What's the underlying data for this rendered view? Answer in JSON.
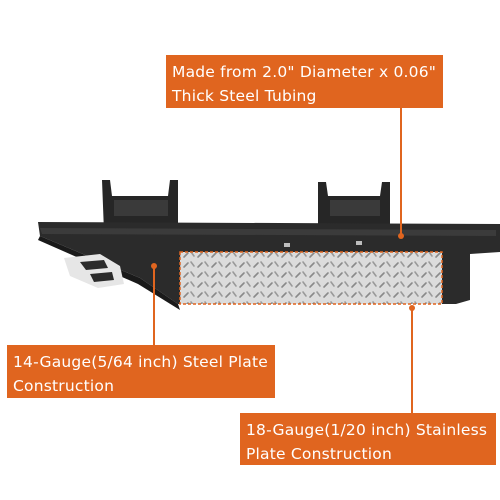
{
  "callouts": {
    "tubing": {
      "line1": "Made from 2.0\" Diameter x 0.06\"",
      "line2": "Thick Steel Tubing"
    },
    "steel_plate": {
      "line1": "14-Gauge(5/64 inch) Steel Plate",
      "line2": "Construction"
    },
    "stainless_plate": {
      "line1": "18-Gauge(1/20 inch) Stainless",
      "line2": "Plate Construction"
    }
  },
  "colors": {
    "accent": "#e0651f",
    "steel": "#2b2b2b",
    "plate": "#d9d9d9"
  },
  "icons": [
    "running-board-image",
    "diamond-plate-pattern",
    "mounting-bracket"
  ]
}
